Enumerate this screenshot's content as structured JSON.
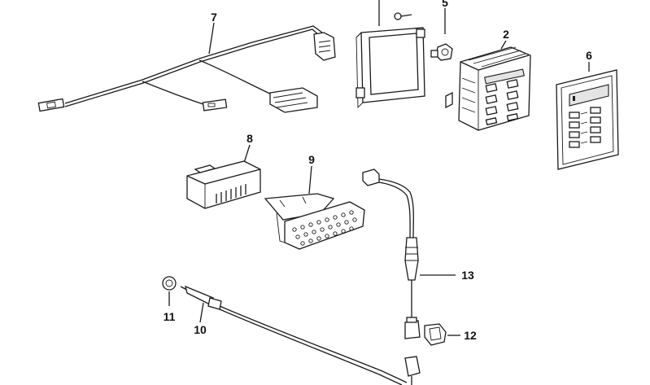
{
  "callouts": {
    "c1": "",
    "c2": "2",
    "c5": "5",
    "c6": "6",
    "c7": "7",
    "c8": "8",
    "c9": "9",
    "c10": "10",
    "c11": "11",
    "c12": "12",
    "c13": "13"
  },
  "colors": {
    "line": "#1a1a1a",
    "background": "#ffffff",
    "shade": "#e4e4e4"
  }
}
